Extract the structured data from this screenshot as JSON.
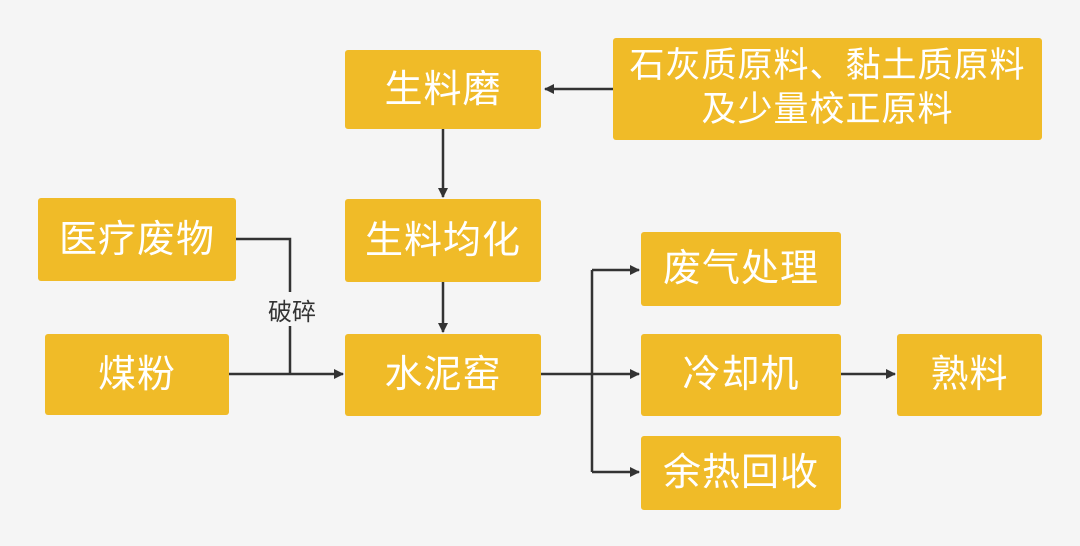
{
  "nodes": {
    "raw_mill": "生料磨",
    "raw_materials_line1": "石灰质原料、黏土质原料",
    "raw_materials_line2": "及少量校正原料",
    "homogenization": "生料均化",
    "medical_waste": "医疗废物",
    "coal_powder": "煤粉",
    "cement_kiln": "水泥窑",
    "waste_gas": "废气处理",
    "cooler": "冷却机",
    "clinker": "熟料",
    "heat_recovery": "余热回收"
  },
  "edge_labels": {
    "crushing": "破碎"
  },
  "colors": {
    "node_fill": "#f0bb28",
    "node_text": "#ffffff",
    "edge": "#333333",
    "background": "#f5f5f5"
  }
}
